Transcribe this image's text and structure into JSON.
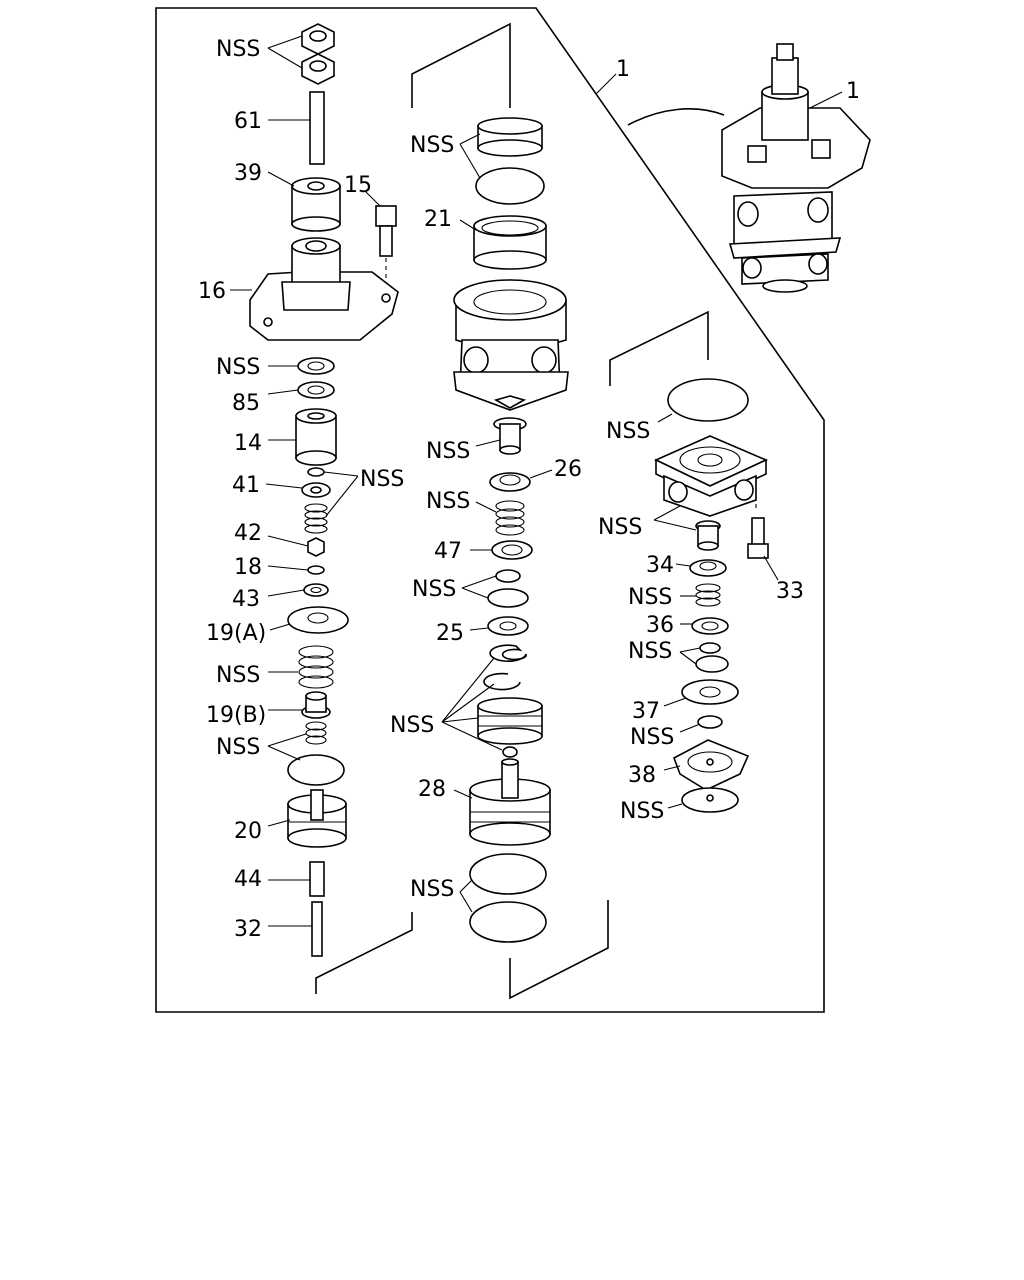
{
  "labels": {
    "nss_1": "NSS",
    "p61": "61",
    "p39": "39",
    "p15": "15",
    "p16": "16",
    "nss_2": "NSS",
    "p85": "85",
    "p14": "14",
    "p41": "41",
    "nss_3": "NSS",
    "p42": "42",
    "p18": "18",
    "p43": "43",
    "p19a": "19(A)",
    "nss_4": "NSS",
    "p19b": "19(B)",
    "nss_5": "NSS",
    "p20": "20",
    "p44": "44",
    "p32": "32",
    "nss_6": "NSS",
    "p21": "21",
    "nss_7": "NSS",
    "p26": "26",
    "nss_8": "NSS",
    "p47": "47",
    "nss_9": "NSS",
    "p25": "25",
    "nss_10": "NSS",
    "p28": "28",
    "nss_11": "NSS",
    "p1a": "1",
    "p1b": "1",
    "nss_12": "NSS",
    "nss_13": "NSS",
    "p34": "34",
    "p33": "33",
    "nss_14": "NSS",
    "p36": "36",
    "nss_15": "NSS",
    "p37": "37",
    "nss_16": "NSS",
    "p38": "38",
    "nss_17": "NSS"
  }
}
